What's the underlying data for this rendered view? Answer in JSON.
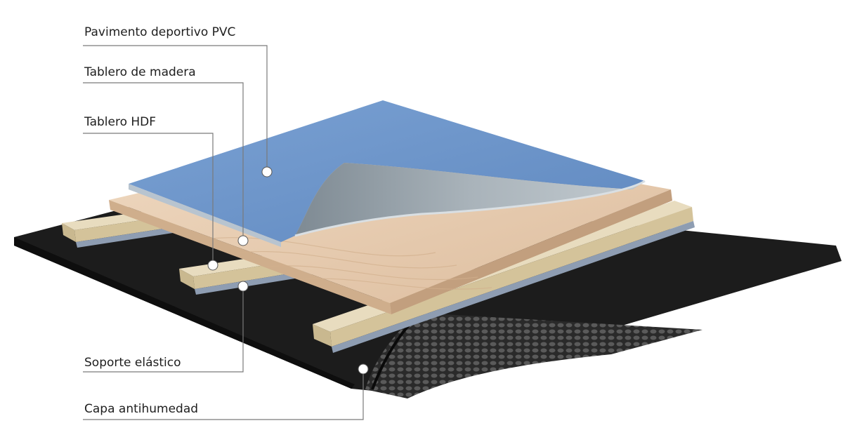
{
  "labels": {
    "pvc": "Pavimento deportivo PVC",
    "madera": "Tablero de madera",
    "hdf": "Tablero HDF",
    "soporte": "Soporte elástico",
    "capa": "Capa antihumedad"
  },
  "colors": {
    "pvc_surface": "#6f97cc",
    "pvc_underside": "#9aa6ae",
    "wood_board": "#e7cdb3",
    "hdf_batten": "#d9c9a4",
    "elastic_support": "#8e9db2",
    "membrane": "#1c1c1c",
    "leader_line": "#7a7a7a"
  }
}
